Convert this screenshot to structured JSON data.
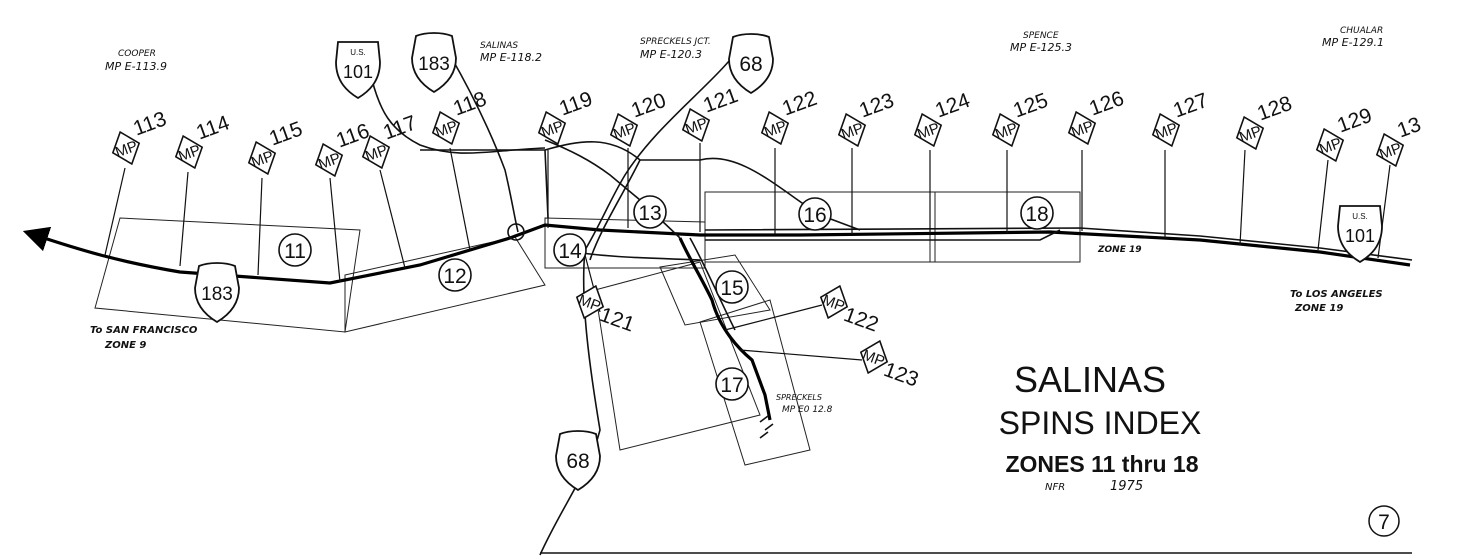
{
  "title": {
    "line1": "SALINAS",
    "line2": "SPINS INDEX",
    "zones": "ZONES  11 thru 18"
  },
  "signature": "NFR",
  "year": "1975",
  "sheet_number": "7",
  "places": [
    {
      "name": "COOPER",
      "mp": "MP E-113.9"
    },
    {
      "name": "SALINAS",
      "mp": "MP E-118.2"
    },
    {
      "name": "SPRECKELS JCT.",
      "mp": "MP E-120.3"
    },
    {
      "name": "SPENCE",
      "mp": "MP E-125.3"
    },
    {
      "name": "CHUALAR",
      "mp": "MP E-129.1"
    },
    {
      "name": "SPRECKELS",
      "mp": "MP E0 12.8"
    }
  ],
  "destinations": [
    {
      "line1": "To SAN FRANCISCO",
      "line2": "ZONE 9"
    },
    {
      "line1": "To LOS ANGELES",
      "line2": "ZONE 19"
    }
  ],
  "zone19_label": "ZONE 19",
  "mileposts": {
    "prefix": "MP",
    "main": [
      "113",
      "114",
      "115",
      "116",
      "117",
      "118",
      "119",
      "120",
      "121",
      "122",
      "123",
      "124",
      "125",
      "126",
      "127",
      "128",
      "129",
      "13"
    ],
    "branch": [
      "121",
      "122",
      "123"
    ]
  },
  "zones": [
    "11",
    "12",
    "13",
    "14",
    "15",
    "16",
    "17",
    "18"
  ],
  "route_shields": [
    {
      "id": "us-101-north",
      "type": "US",
      "number": "101",
      "caption": "U.S."
    },
    {
      "id": "us-101-south",
      "type": "US",
      "number": "101",
      "caption": "U.S."
    },
    {
      "id": "ca-183-north",
      "type": "CA",
      "number": "183"
    },
    {
      "id": "ca-183-south",
      "type": "CA",
      "number": "183"
    },
    {
      "id": "ca-68-north",
      "type": "CA",
      "number": "68"
    },
    {
      "id": "ca-68-south",
      "type": "CA",
      "number": "68"
    }
  ]
}
